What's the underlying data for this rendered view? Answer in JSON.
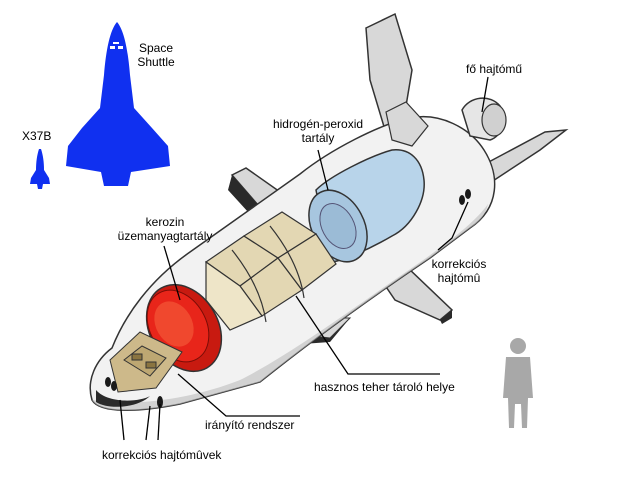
{
  "labels": {
    "space_shuttle_line1": "Space",
    "space_shuttle_line2": "Shuttle",
    "x37b": "X37B",
    "fo_hajtomu": "fő hajtómű",
    "hidrogen_line1": "hidrogén-peroxid",
    "hidrogen_line2": "tartály",
    "kerozin_line1": "kerozin",
    "kerozin_line2": "üzemanyagtartály",
    "korrekcios_line1": "korrekciós",
    "korrekcios_line2": "hajtómû",
    "hasznos_teher": "hasznos teher tároló helye",
    "iranyito": "irányító rendszer",
    "korrekcios_hajtomuvek": "korrekciós hajtómûvek"
  },
  "colors": {
    "shuttle_silhouette": "#1030f0",
    "x37b_silhouette": "#1030f0",
    "hull": "#f2f2f2",
    "hull_shade": "#bdbdbd",
    "wing": "#d8d8d8",
    "wing_dark": "#2a2a2a",
    "hydrogen_tank": "#b8d4ea",
    "kerosene_tank": "#e8251a",
    "payload_panel": "#e3d7b3",
    "guidance_box": "#cdb98a",
    "human_silhouette": "#a8a8a8"
  }
}
